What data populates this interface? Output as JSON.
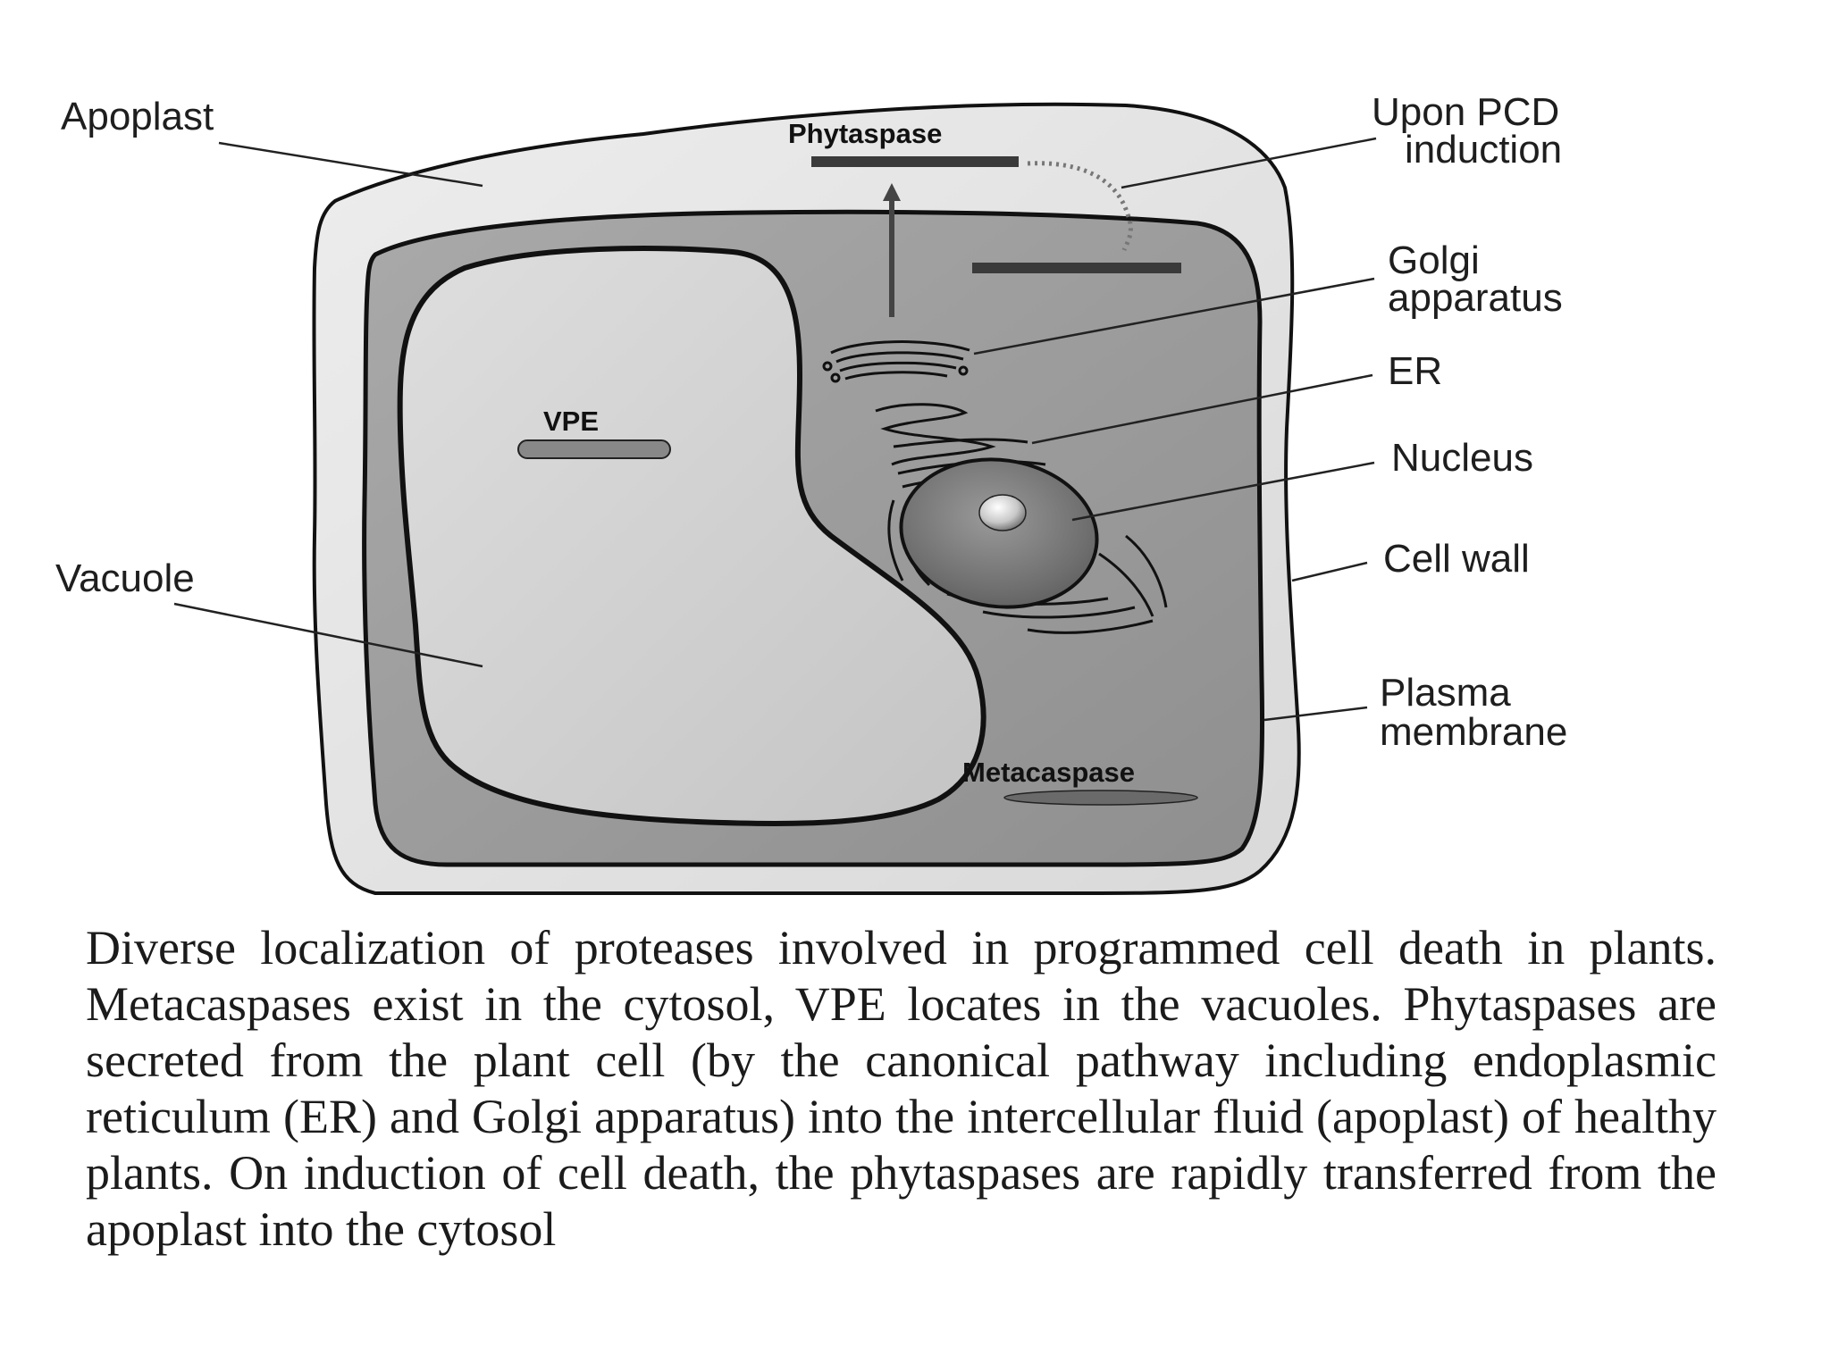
{
  "labels": {
    "apoplast": "Apoplast",
    "upon_pcd_line1": "Upon PCD",
    "upon_pcd_line2": "induction",
    "golgi_line1": "Golgi",
    "golgi_line2": "apparatus",
    "er": "ER",
    "nucleus": "Nucleus",
    "cell_wall": "Cell wall",
    "plasma_line1": "Plasma",
    "plasma_line2": "membrane",
    "vacuole": "Vacuole",
    "phytaspase": "Phytaspase",
    "vpe": "VPE",
    "metacaspase": "Metacaspase"
  },
  "caption": "Diverse localization of proteases involved in programmed cell death in plants. Metacaspases exist in the cytosol, VPE locates in the vacuoles. Phytaspases are secreted from the plant cell (by the canonical pathway including endoplasmic reticulum (ER) and Golgi apparatus) into the intercellular fluid (apoplast) of healthy plants. On induction of cell death, the phytaspases are rapidly transferred from the apoplast into the cytosol",
  "colors": {
    "cell_wall_fill": "#e4e4e4",
    "cytoplasm_fill": "#9d9d9d",
    "vacuole_fill": "#d0d0d0",
    "protease_bar": "#3a3a3a",
    "outline": "#111111"
  }
}
